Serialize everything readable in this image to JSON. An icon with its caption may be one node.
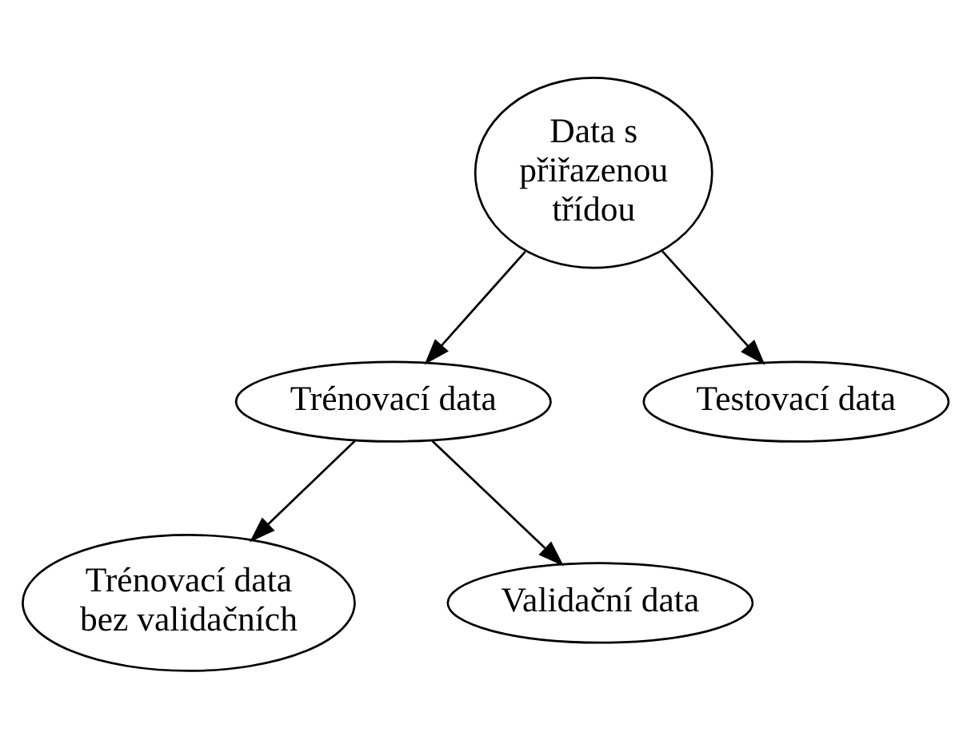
{
  "diagram": {
    "nodes": [
      {
        "text": [
          "Data s přiřazenou třídou"
        ]
      },
      {
        "text": [
          "Trénovací data"
        ]
      },
      {
        "text": [
          "Testovací data"
        ]
      },
      {
        "text": [
          "Trénovací data bez validačních"
        ]
      },
      {
        "text": [
          "Validační data"
        ]
      }
    ],
    "edges": [
      {
        "from": 0,
        "to": 1,
        "arrow": "to"
      },
      {
        "from": 0,
        "to": 2,
        "arrow": "to"
      },
      {
        "from": 1,
        "to": 3,
        "arrow": "to"
      },
      {
        "from": 1,
        "to": 4,
        "arrow": "to"
      }
    ]
  }
}
